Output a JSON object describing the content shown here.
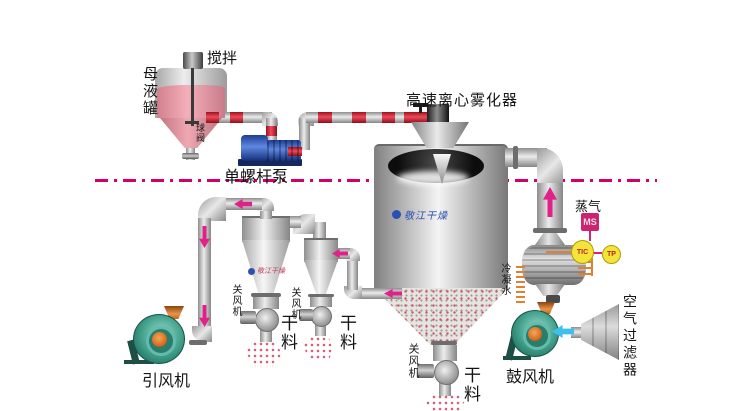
{
  "diagram_type": "spray-dryer-process-flow",
  "tank": {
    "label": "母液罐",
    "stirrer": "搅拌",
    "valve": "球阀"
  },
  "pump": {
    "label": "单螺杆泵"
  },
  "atomizer": {
    "label": "高速离心雾化器"
  },
  "dryer": {
    "watermark": "敬江干燥",
    "airlock": "关风机",
    "product": "干料"
  },
  "cyclone_large": {
    "watermark": "敬江干燥",
    "airlock": "关风机",
    "product": "干料"
  },
  "cyclone_small": {
    "airlock": "关风机",
    "product": "干料"
  },
  "induced_fan": {
    "label": "引风机"
  },
  "blower": {
    "label": "鼓风机"
  },
  "air_filter": {
    "label": "空气过滤器"
  },
  "heater": {
    "steam": "蒸气",
    "valve_tag": "MS",
    "controller_tag": "TIC",
    "sensor_tag": "TP",
    "condensate": "冷凝水"
  },
  "colors": {
    "arrow_magenta": "#e0218a",
    "boundary_magenta": "#d4006a",
    "pipe_red": "#d42b3a",
    "pump_blue": "#2f5fc0",
    "fan_teal": "#3aa08c",
    "liquid_pink": "#eda0ab",
    "instrument_yellow": "#f2e438",
    "steam_line": "#d4256e",
    "condensate_orange": "#e08030",
    "air_cyan": "#3fc0ea"
  }
}
